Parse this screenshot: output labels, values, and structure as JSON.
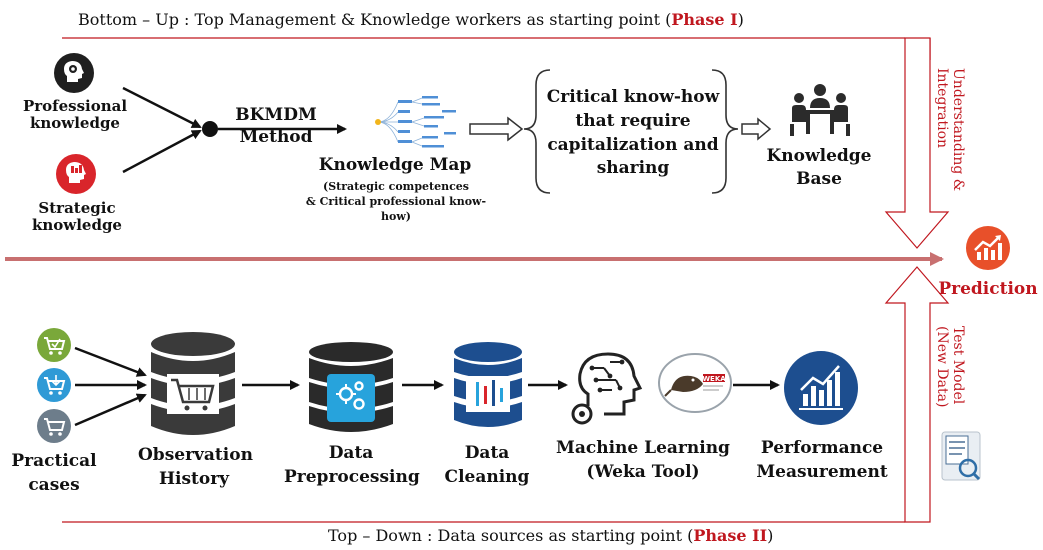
{
  "phase1": {
    "caption": "Bottom – Up : Top Management & Knowledge workers as starting point (",
    "phase": "Phase I",
    "close": ")"
  },
  "phase2": {
    "caption": "Top – Down : Data sources as starting point (",
    "phase": "Phase II",
    "close": ")"
  },
  "top_flow": {
    "professional_knowledge": "Professional knowledge",
    "strategic_knowledge": "Strategic knowledge",
    "method_line1": "BKMDM",
    "method_line2": "Method",
    "knowledge_map": "Knowledge Map",
    "knowledge_map_sub1": "(Strategic competences",
    "knowledge_map_sub2": "& Critical professional know-how)",
    "critical_line1": "Critical know-how",
    "critical_line2": "that require",
    "critical_line3": "capitalization and",
    "critical_line4": "sharing",
    "knowledge_base_line1": "Knowledge",
    "knowledge_base_line2": "Base"
  },
  "bottom_flow": {
    "practical_line1": "Practical",
    "practical_line2": "cases",
    "observation_line1": "Observation",
    "observation_line2": "History",
    "preprocessing_line1": "Data",
    "preprocessing_line2": "Preprocessing",
    "cleaning_line1": "Data",
    "cleaning_line2": "Cleaning",
    "ml_line1": "Machine Learning",
    "ml_line2": "(Weka Tool)",
    "performance_line1": "Performance",
    "performance_line2": "Measurement"
  },
  "right_side": {
    "understanding_line1": "Understanding &",
    "understanding_line2": "Integration",
    "prediction": "Prediction",
    "test_line1": "Test Model",
    "test_line2": "(New Data)"
  },
  "colors": {
    "accent_red": "#c0171f",
    "arrow_dark": "#c87070",
    "navy": "#1d4e8f"
  },
  "icons": {
    "professional": "head-brain-icon",
    "strategic": "head-strategy-icon",
    "knowledge_map": "mind-map-icon",
    "knowledge_base": "meeting-table-icon",
    "prediction": "chart-growth-icon",
    "test_model": "test-data-icon",
    "cart_icons": [
      "cart-check-icon",
      "cart-download-icon",
      "cart-icon"
    ],
    "observation": "database-cart-icon",
    "preprocessing": "database-gears-icon",
    "cleaning": "database-filter-icon",
    "ml": "ai-head-icon",
    "weka": "weka-bird-icon",
    "performance": "bar-chart-icon"
  }
}
